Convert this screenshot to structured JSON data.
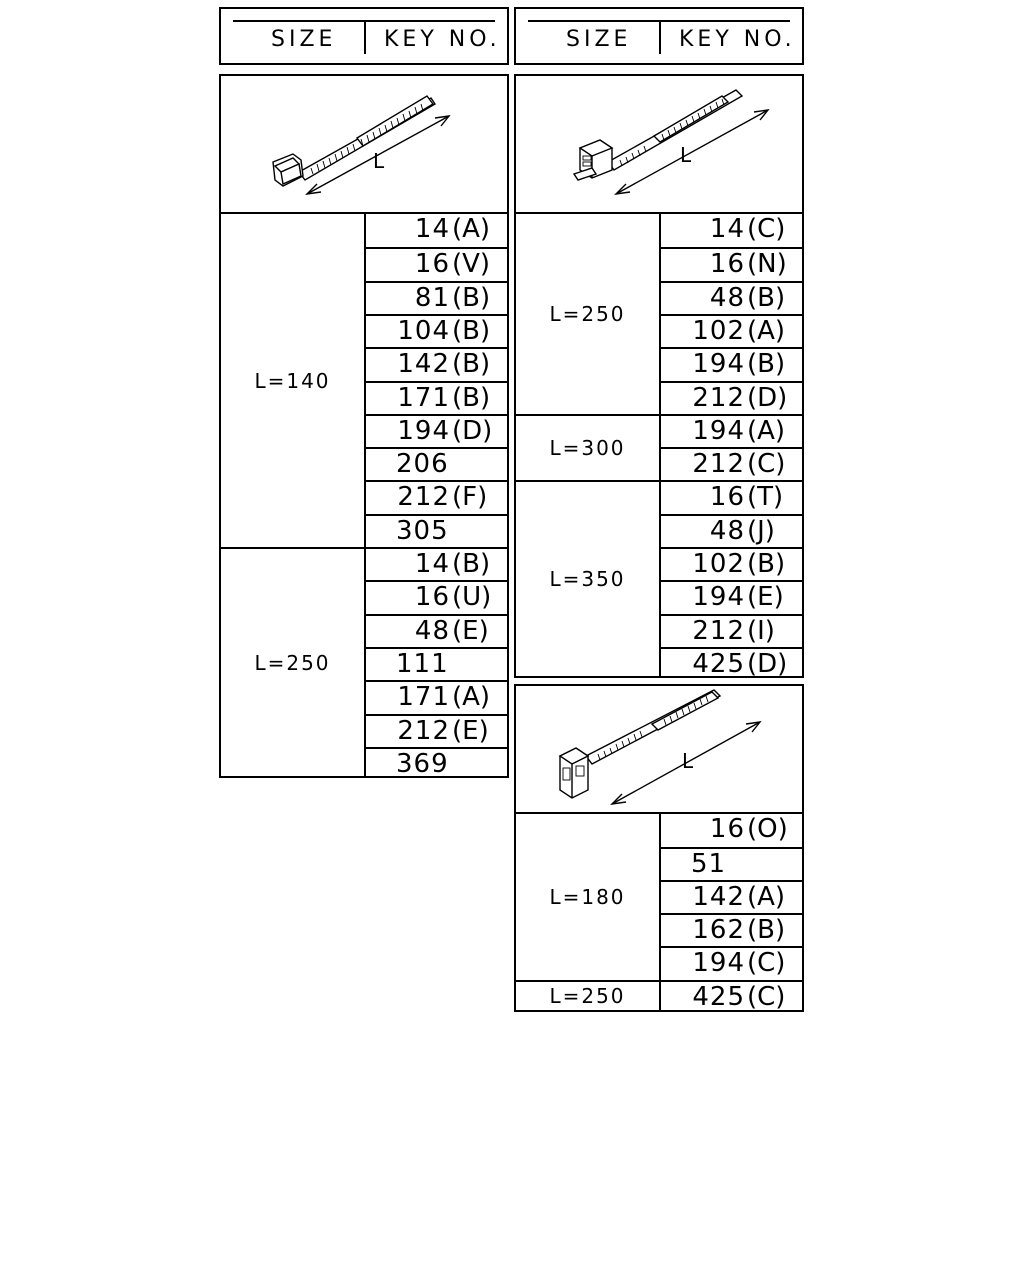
{
  "header": {
    "size_label": "SIZE",
    "key_label": "KEY NO."
  },
  "dimension_label": "L",
  "left_panel": {
    "icon": "cable-tie-standard-icon",
    "groups": [
      {
        "size": "L=140",
        "keys": [
          {
            "num": "14",
            "suffix": "(A)"
          },
          {
            "num": "16",
            "suffix": "(V)"
          },
          {
            "num": "81",
            "suffix": "(B)"
          },
          {
            "num": "104",
            "suffix": "(B)"
          },
          {
            "num": "142",
            "suffix": "(B)"
          },
          {
            "num": "171",
            "suffix": "(B)"
          },
          {
            "num": "194",
            "suffix": "(D)"
          },
          {
            "num": "206",
            "suffix": ""
          },
          {
            "num": "212",
            "suffix": "(F)"
          },
          {
            "num": "305",
            "suffix": ""
          }
        ]
      },
      {
        "size": "L=250",
        "keys": [
          {
            "num": "14",
            "suffix": "(B)"
          },
          {
            "num": "16",
            "suffix": "(U)"
          },
          {
            "num": "48",
            "suffix": "(E)"
          },
          {
            "num": "111",
            "suffix": ""
          },
          {
            "num": "171",
            "suffix": "(A)"
          },
          {
            "num": "212",
            "suffix": "(E)"
          },
          {
            "num": "369",
            "suffix": ""
          }
        ]
      }
    ]
  },
  "right_top_panel": {
    "icon": "cable-tie-anchor-icon",
    "groups": [
      {
        "size": "L=250",
        "keys": [
          {
            "num": "14",
            "suffix": "(C)"
          },
          {
            "num": "16",
            "suffix": "(N)"
          },
          {
            "num": "48",
            "suffix": "(B)"
          },
          {
            "num": "102",
            "suffix": "(A)"
          },
          {
            "num": "194",
            "suffix": "(B)"
          },
          {
            "num": "212",
            "suffix": "(D)"
          }
        ]
      },
      {
        "size": "L=300",
        "keys": [
          {
            "num": "194",
            "suffix": "(A)"
          },
          {
            "num": "212",
            "suffix": "(C)"
          }
        ]
      },
      {
        "size": "L=350",
        "keys": [
          {
            "num": "16",
            "suffix": "(T)"
          },
          {
            "num": "48",
            "suffix": "(J)"
          },
          {
            "num": "102",
            "suffix": "(B)"
          },
          {
            "num": "194",
            "suffix": "(E)"
          },
          {
            "num": "212",
            "suffix": "(I)"
          },
          {
            "num": "425",
            "suffix": "(D)"
          }
        ]
      }
    ]
  },
  "right_bottom_panel": {
    "icon": "cable-tie-clip-icon",
    "groups": [
      {
        "size": "L=180",
        "keys": [
          {
            "num": "16",
            "suffix": "(O)"
          },
          {
            "num": "51",
            "suffix": ""
          },
          {
            "num": "142",
            "suffix": "(A)"
          },
          {
            "num": "162",
            "suffix": "(B)"
          },
          {
            "num": "194",
            "suffix": "(C)"
          }
        ]
      },
      {
        "size": "L=250",
        "keys": [
          {
            "num": "425",
            "suffix": "(C)"
          }
        ]
      }
    ]
  }
}
